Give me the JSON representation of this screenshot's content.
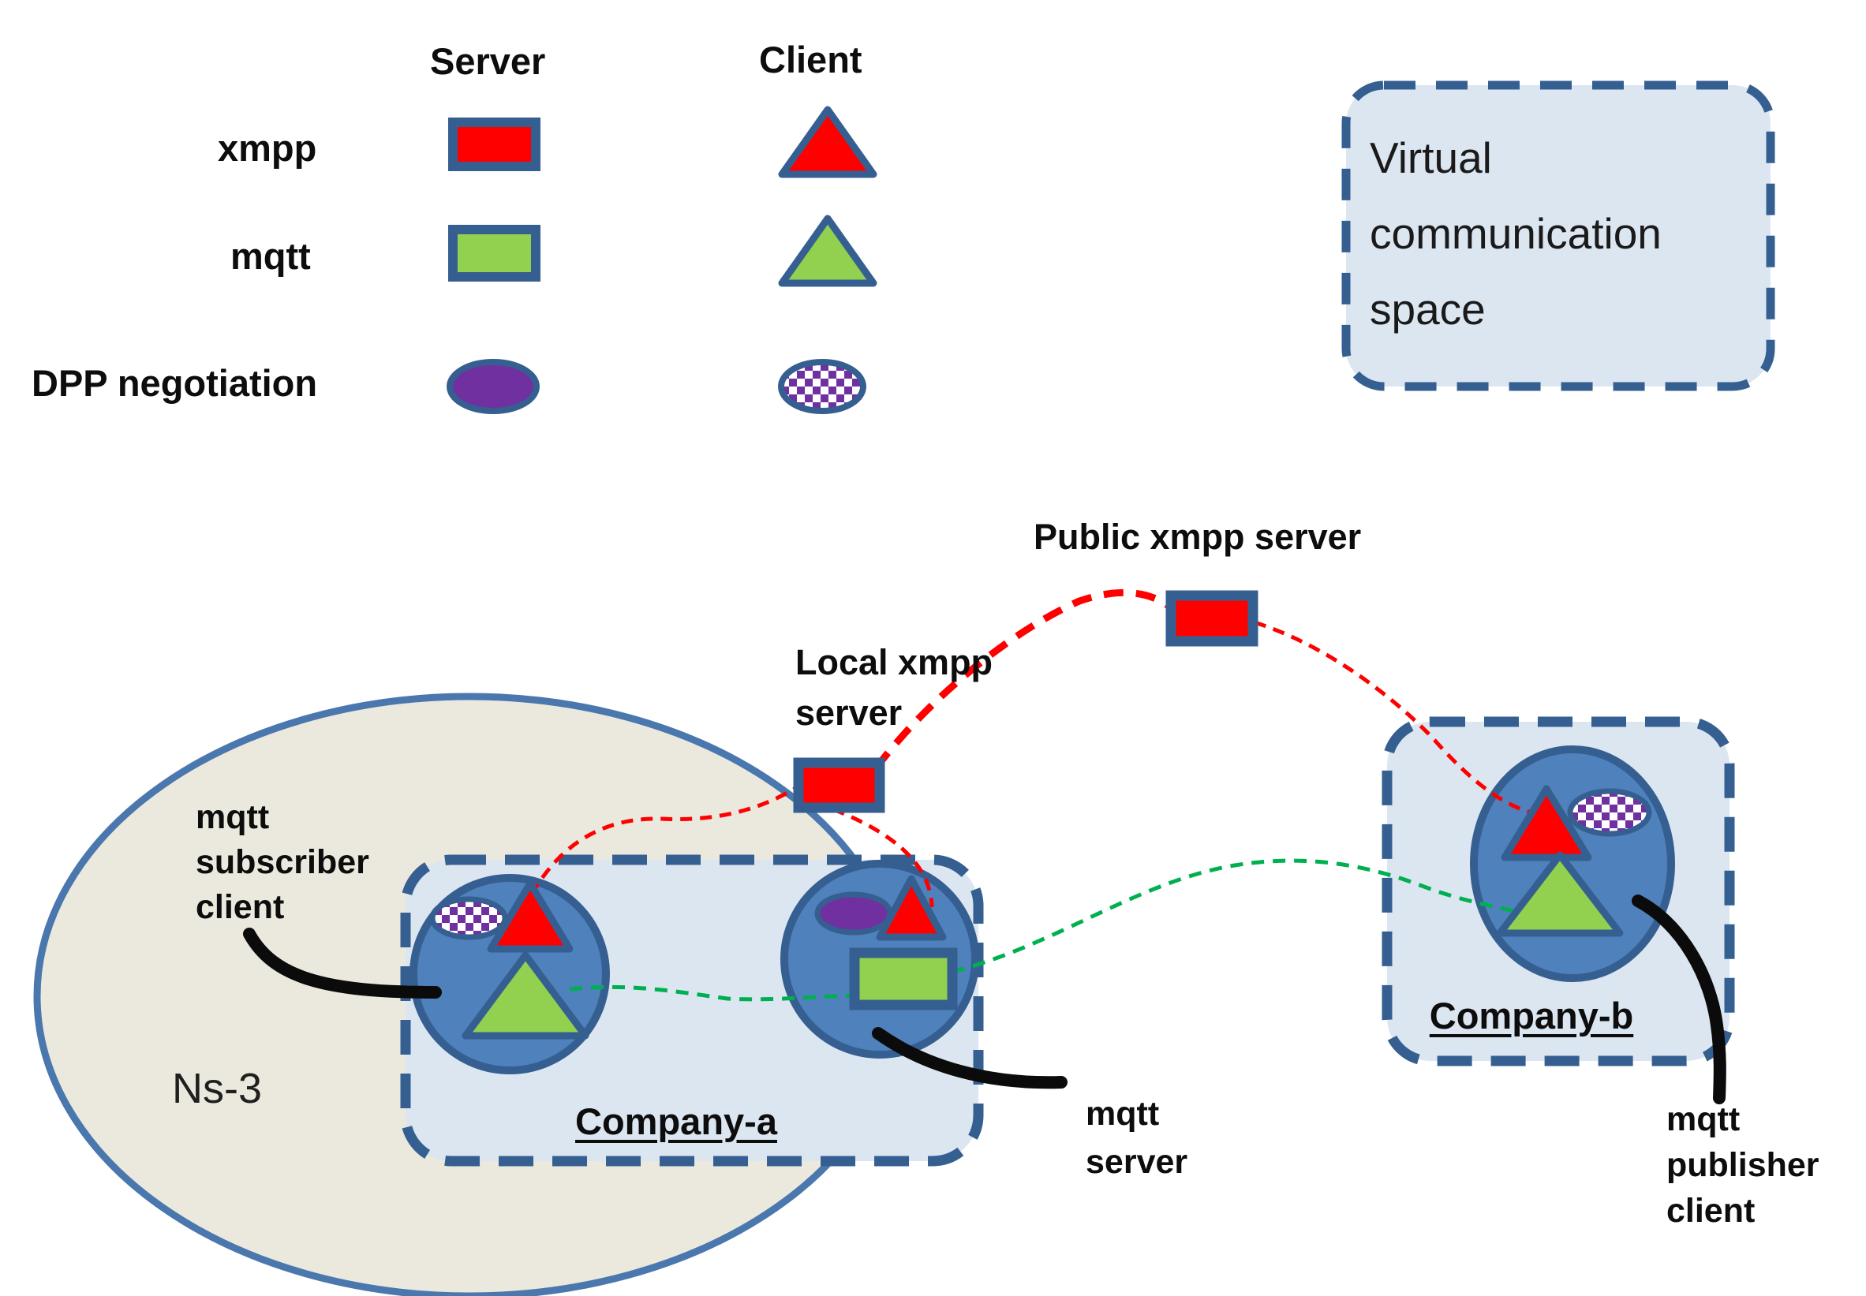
{
  "legend": {
    "columns": [
      {
        "label": "Server"
      },
      {
        "label": "Client"
      }
    ],
    "rows": [
      {
        "label": "xmpp",
        "server_shape": "red-rectangle",
        "client_shape": "red-triangle"
      },
      {
        "label": "mqtt",
        "server_shape": "green-rectangle",
        "client_shape": "green-triangle"
      },
      {
        "label": "DPP negotiation",
        "server_shape": "purple-ellipse",
        "client_shape": "checkered-ellipse"
      }
    ]
  },
  "annotations": {
    "virtual_space": "Virtual communication space",
    "public_xmpp": "Public xmpp server",
    "local_xmpp": "Local xmpp server",
    "mqtt_subscriber": "mqtt subscriber client",
    "mqtt_server": "mqtt server",
    "mqtt_publisher": "mqtt publisher client",
    "simulator": "Ns-3",
    "company_a": "Company-a",
    "company_b": "Company-b"
  },
  "colors": {
    "node_blue": "#4f81bd",
    "border_blue": "#365f91",
    "light_blue_fill": "#dce6f1",
    "beige_fill": "#ebe9dd",
    "xmpp_red": "#ff0000",
    "mqtt_green": "#92d050",
    "mqtt_link_green": "#00b050",
    "dpp_purple": "#7030a0",
    "pointer_black": "#0b0b0b"
  }
}
